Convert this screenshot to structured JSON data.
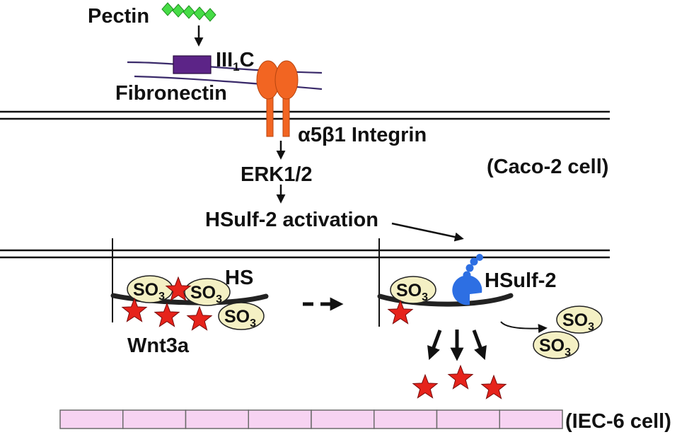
{
  "diagram": {
    "ligand": {
      "label": "Pectin",
      "color": "#46dc46"
    },
    "matrix": {
      "label": "Fibronectin",
      "domain_label": "III",
      "domain_label_sub": "1",
      "domain_label_suffix": "C",
      "strand_color": "#3a2a6a",
      "domain_color": "#5c2487"
    },
    "receptor": {
      "label": "α5β1 Integrin",
      "color": "#f26522"
    },
    "signaling": {
      "kinase": "ERK1/2",
      "activation": "HSulf-2 activation"
    },
    "cells": {
      "upper_label": "(Caco-2 cell)",
      "lower_label": "(IEC-6 cell)",
      "lower_color": "#f7d3f2"
    },
    "heparan_sulfate": {
      "label": "HS"
    },
    "sulfate": {
      "label": "SO",
      "sub": "3",
      "color": "#f4f0c4"
    },
    "enzyme": {
      "label": "HSulf-2",
      "color": "#2d6fe3"
    },
    "wnt": {
      "label": "Wnt3a",
      "color": "#e6231b"
    }
  }
}
